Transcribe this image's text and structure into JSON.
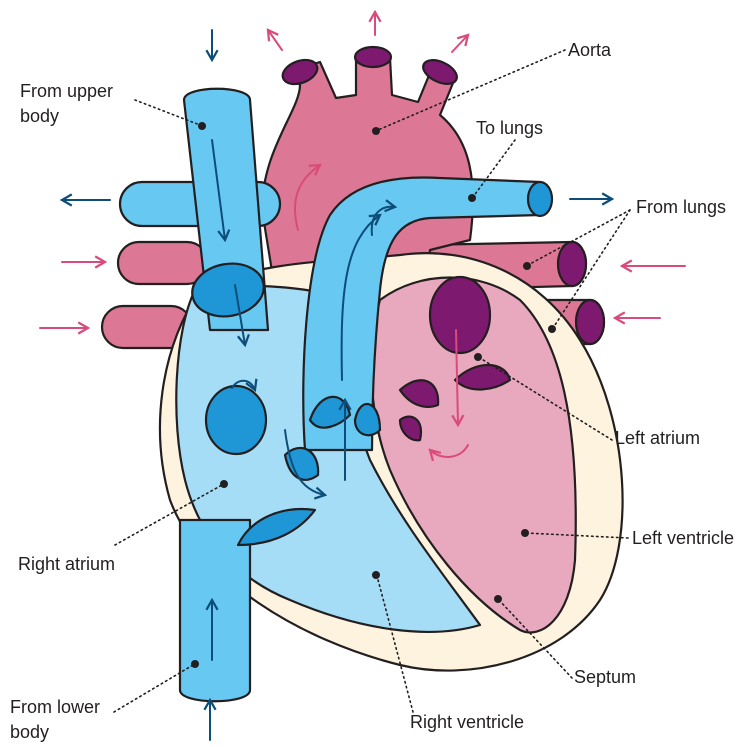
{
  "labels": {
    "from_upper_body": [
      "From upper",
      "body"
    ],
    "aorta": "Aorta",
    "to_lungs": "To lungs",
    "from_lungs": "From lungs",
    "left_atrium": "Left atrium",
    "left_ventricle": "Left ventricle",
    "right_atrium": "Right atrium",
    "septum": "Septum",
    "from_lower_body": [
      "From lower",
      "body"
    ],
    "right_ventricle": "Right ventricle"
  },
  "colors": {
    "deoxygenated_vessel": "#67c8f2",
    "deoxygenated_chamber": "#a6ddf6",
    "valve_blue": "#1f97d6",
    "oxygenated_vessel": "#dc7895",
    "oxygenated_chamber": "#e8a9bf",
    "valve_purple": "#7d1a6f",
    "heart_wall": "#fdf3df",
    "arrow_blue": "#0d4d7a",
    "arrow_pink": "#d94b7a"
  }
}
